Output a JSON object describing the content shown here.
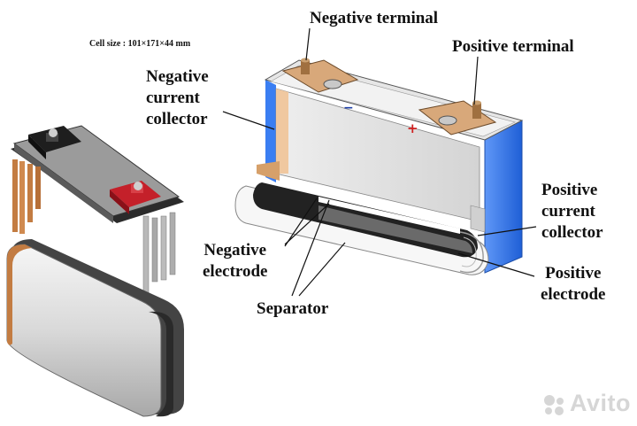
{
  "cell_size": "Cell size : 101×171×44 mm",
  "labels": {
    "negative_terminal": "Negative terminal",
    "positive_terminal": "Positive terminal",
    "negative_current_collector": [
      "Negative",
      "current",
      "collector"
    ],
    "positive_current_collector": [
      "Positive",
      "current",
      "collector"
    ],
    "negative_electrode": [
      "Negative",
      "electrode"
    ],
    "positive_electrode": [
      "Positive",
      "electrode"
    ],
    "separator": "Separator"
  },
  "watermark": "Avito",
  "colors": {
    "can_blue": "#2f74f0",
    "copper": "#c88a55",
    "red_terminal": "#c4202a",
    "dark_terminal": "#222222"
  }
}
